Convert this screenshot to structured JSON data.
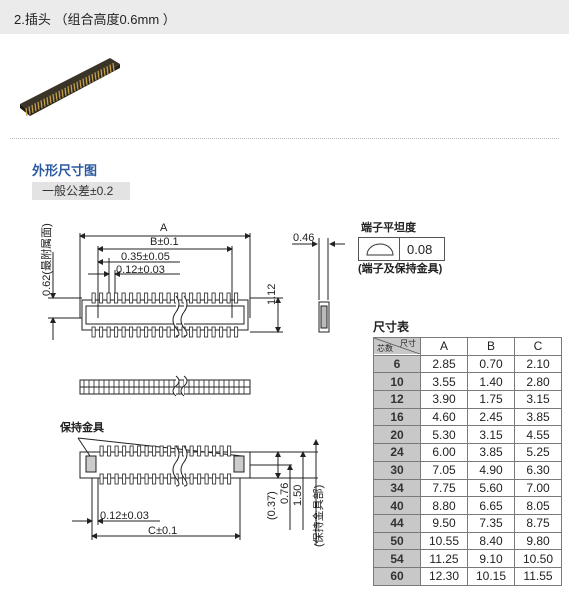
{
  "header": {
    "title": "2.插头 （组合高度0.6mm ）"
  },
  "section": {
    "title": "外形尺寸图",
    "tolerance": "一般公差±0.2"
  },
  "drawing": {
    "dim_A": "A",
    "dim_B": "B±0.1",
    "dim_035": "0.35±0.05",
    "dim_012_top": "0.12±0.03",
    "dim_062": "0.62(最附属面)",
    "dim_112": "1.12",
    "dim_046": "0.46",
    "flatness_title": "端子平坦度",
    "flatness_value": "0.08",
    "flatness_note": "(端子及保持金具)",
    "holder_label": "保持金具",
    "dim_037": "(0.37)",
    "dim_076": "0.76",
    "dim_150": "1.50",
    "dim_holder": "(保持金具部)",
    "dim_012_bottom": "0.12±0.03",
    "dim_C": "C±0.1"
  },
  "table": {
    "title": "尺寸表",
    "corner_top": "尺寸",
    "corner_bottom": "芯数",
    "columns": [
      "A",
      "B",
      "C"
    ],
    "rows": [
      {
        "pins": "6",
        "A": "2.85",
        "B": "0.70",
        "C": "2.10"
      },
      {
        "pins": "10",
        "A": "3.55",
        "B": "1.40",
        "C": "2.80"
      },
      {
        "pins": "12",
        "A": "3.90",
        "B": "1.75",
        "C": "3.15"
      },
      {
        "pins": "16",
        "A": "4.60",
        "B": "2.45",
        "C": "3.85"
      },
      {
        "pins": "20",
        "A": "5.30",
        "B": "3.15",
        "C": "4.55"
      },
      {
        "pins": "24",
        "A": "6.00",
        "B": "3.85",
        "C": "5.25"
      },
      {
        "pins": "30",
        "A": "7.05",
        "B": "4.90",
        "C": "6.30"
      },
      {
        "pins": "34",
        "A": "7.75",
        "B": "5.60",
        "C": "7.00"
      },
      {
        "pins": "40",
        "A": "8.80",
        "B": "6.65",
        "C": "8.05"
      },
      {
        "pins": "44",
        "A": "9.50",
        "B": "7.35",
        "C": "8.75"
      },
      {
        "pins": "50",
        "A": "10.55",
        "B": "8.40",
        "C": "9.80"
      },
      {
        "pins": "54",
        "A": "11.25",
        "B": "9.10",
        "C": "10.50"
      },
      {
        "pins": "60",
        "A": "12.30",
        "B": "10.15",
        "C": "11.55"
      }
    ]
  }
}
